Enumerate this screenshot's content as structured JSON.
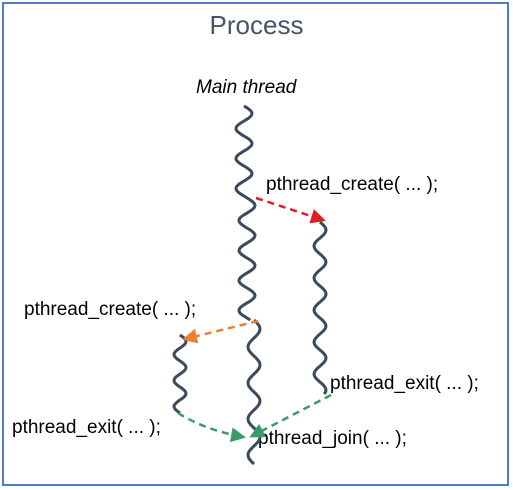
{
  "title": "Process",
  "labels": {
    "main_thread": "Main thread",
    "create_1": "pthread_create( ... );",
    "create_2": "pthread_create( ... );",
    "exit_1": "pthread_exit( ... );",
    "exit_2": "pthread_exit( ... );",
    "join": "pthread_join( ... );"
  },
  "colors": {
    "border": "#4f7bc8",
    "title": "#44546a",
    "thread_line": "#3b4a5e",
    "create_arrow_1": "#e02020",
    "create_arrow_2": "#ed7d31",
    "join_arrow": "#3a9a6a"
  }
}
